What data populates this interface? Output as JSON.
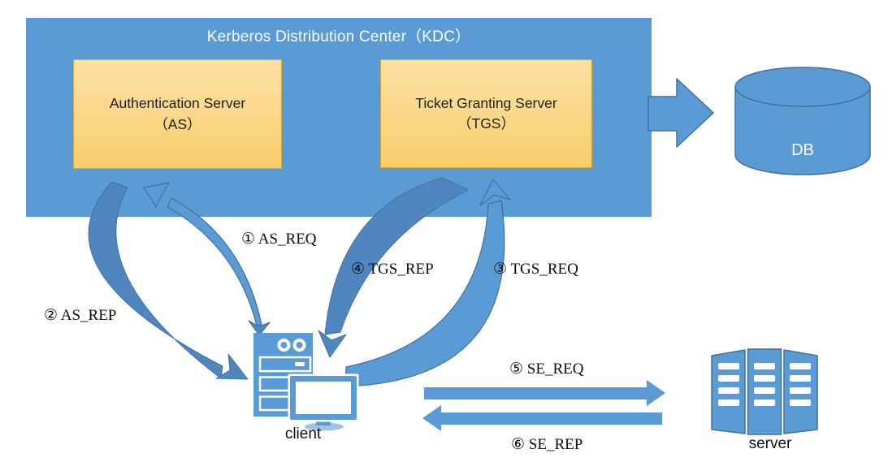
{
  "diagram": {
    "title": "Kerberos Distribution Center（KDC）"
  },
  "nodes": {
    "as": {
      "line1": "Authentication Server",
      "line2": "（AS）"
    },
    "tgs": {
      "line1": "Ticket Granting Server",
      "line2": "（TGS）"
    },
    "db": {
      "label": "DB"
    },
    "client": {
      "label": "client"
    },
    "server": {
      "label": "server"
    }
  },
  "flows": {
    "as_req": {
      "label": "① AS_REQ"
    },
    "as_rep": {
      "label": "② AS_REP"
    },
    "tgs_req": {
      "label": "③ TGS_REQ"
    },
    "tgs_rep": {
      "label": "④ TGS_REP"
    },
    "se_req": {
      "label": "⑤ SE_REQ"
    },
    "se_rep": {
      "label": "⑥ SE_REP"
    }
  },
  "colors": {
    "kdc_fill": "#5B9BD5",
    "shape_fill": "#5B9BD5",
    "shape_stroke": "#41719C",
    "reply_arrow_fill": "#4F86BF",
    "box_gradient_top": "#FCE1A4",
    "box_gradient_bottom": "#F8CC69",
    "box_border": "#D9A42F",
    "stand_base": "#9DC3E6",
    "title_text": "#FFFFFF",
    "label_text": "#0D0D0D"
  }
}
